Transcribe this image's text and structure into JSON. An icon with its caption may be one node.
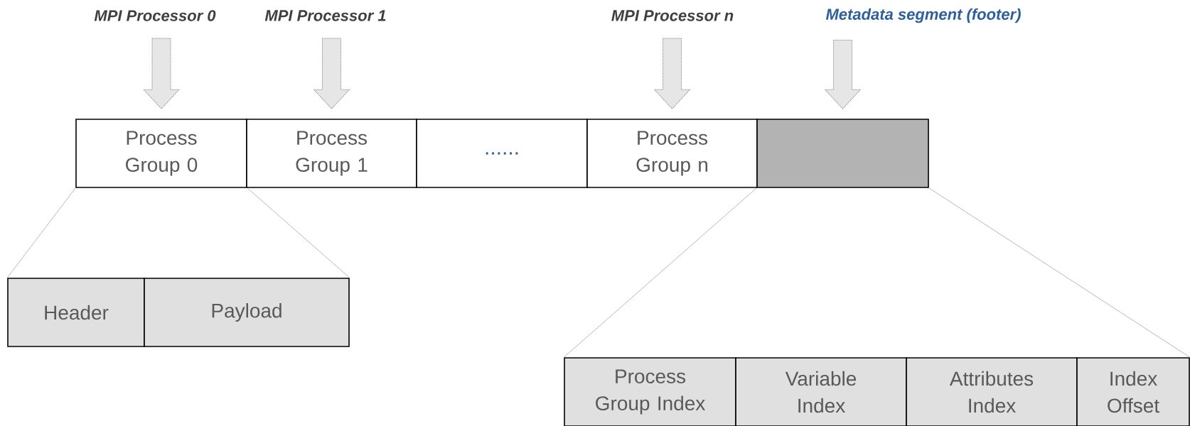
{
  "diagram": {
    "nodes": [
      {
        "text": [
          "MPI Processor 0"
        ]
      },
      {
        "text": [
          "MPI Processor 1"
        ]
      },
      {
        "text": [
          "MPI Processor n"
        ]
      },
      {
        "text": [
          "Metadata segment (footer)"
        ]
      },
      {
        "text": [
          "Process Group 0"
        ]
      },
      {
        "text": [
          "Process Group 1"
        ]
      },
      {
        "text": [
          "......"
        ]
      },
      {
        "text": [
          "Process Group n"
        ]
      },
      {
        "text": [],
        "shape": "box"
      },
      {
        "text": [
          "Header"
        ]
      },
      {
        "text": [
          "Payload"
        ]
      },
      {
        "text": [
          "Process Group Index"
        ]
      },
      {
        "text": [
          "Variable Index"
        ]
      },
      {
        "text": [
          "Attributes Index"
        ]
      },
      {
        "text": [
          "Index Offset"
        ]
      }
    ],
    "edges": [
      {
        "from": 0,
        "to": 4,
        "arrow": "to"
      },
      {
        "from": 1,
        "to": 5,
        "arrow": "to"
      },
      {
        "from": 2,
        "to": 7,
        "arrow": "to"
      },
      {
        "from": 3,
        "to": 8,
        "arrow": "to"
      },
      {
        "from": 4,
        "to": 9,
        "arrow": "none",
        "color": "#a6a6a6"
      },
      {
        "from": 4,
        "to": 10,
        "arrow": "none",
        "color": "#a6a6a6"
      },
      {
        "from": 8,
        "to": 11,
        "arrow": "none",
        "color": "#a6a6a6"
      },
      {
        "from": 8,
        "to": 14,
        "arrow": "none",
        "color": "#a6a6a6"
      }
    ]
  }
}
